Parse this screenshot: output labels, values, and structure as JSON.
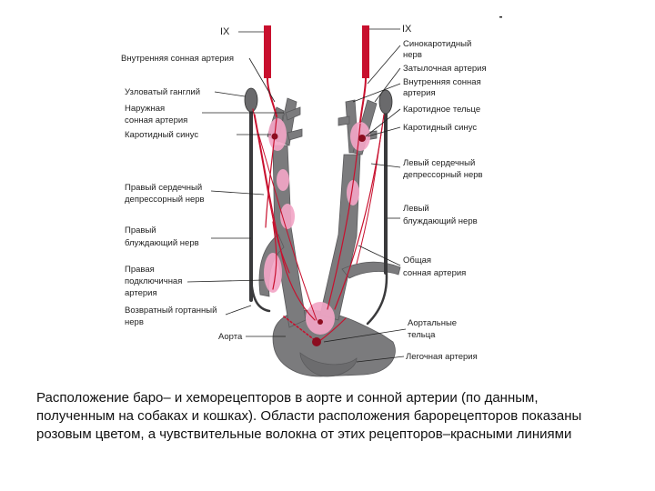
{
  "labels_left": [
    "IX",
    "Внутренняя сонная артерия",
    "Узловатый ганглий",
    "Наружная",
    "сонная артерия",
    "Каротидный синус",
    "Правый сердечный",
    "депрессорный нерв",
    "Правый",
    "блуждающий нерв",
    "Правая",
    "подключичная",
    "артерия",
    "Возвратный гортанный",
    "нерв",
    "Аорта"
  ],
  "labels_right": [
    "IX",
    "Синокаротидный",
    "нерв",
    "Затылочная артерия",
    "Внутренняя сонная",
    "артерия",
    "Каротидное тельце",
    "Каротидный синус",
    "Левый сердечный",
    "депрессорный нерв",
    "Левый",
    "блуждающий нерв",
    "Общая",
    "сонная артерия",
    "Аортальные",
    "тельца",
    "Легочная артерия"
  ],
  "caption": "Расположение баро– и хеморецепторов в аорте и сонной артерии (по данным, полученным на собаках и кошках). Области расположения барорецепторов показаны розовым цветом, а чувствительные волокна от этих рецепторов–красными линиями",
  "colors": {
    "vessel": "#7b7b7d",
    "vessel_dark": "#555558",
    "nerve": "#3a3a3c",
    "baroreceptor_pink": "#f2a6c6",
    "afferent_red": "#c8102e",
    "body_dark_red": "#8c0d20"
  }
}
